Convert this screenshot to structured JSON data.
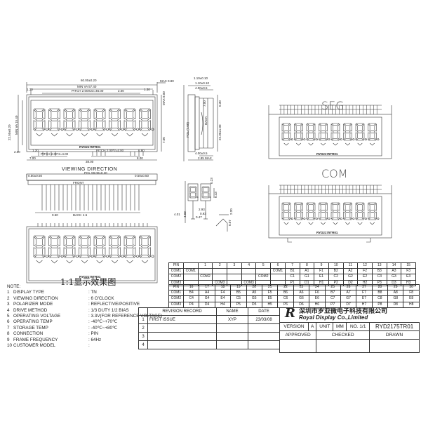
{
  "dims": {
    "d_60": "60.00±0.20",
    "d_57": "MIN VA 57.40",
    "d_pitch_top": "PITCH 2.00X23=46.00",
    "d_2_top": "2.00",
    "d_130": "1.30",
    "d_130b": "1.30",
    "d_max080": "MAX 0.80",
    "d_2250": "22.50±0.20",
    "d_min_va": "MIN VA 15.40",
    "d_800": "8.00",
    "d_3800": "MAX 8.00",
    "d_700": "7.00",
    "d_120": "1.20",
    "d_pitch_b1": "PITCH 2.00*2=4.00",
    "d_pitch_b2": "PITCH 2.00*2=4.00",
    "d_680": "6.80",
    "d_2b": "2.00",
    "d_700b": "7.00",
    "d_3800b": "38.00",
    "d_pol": "POL 59.00±0.20",
    "d_050l": "0.50±0.50",
    "d_050r": "0.50±0.50",
    "d_front": "FRONT",
    "d_back": "BACK",
    "d_050": "0.50",
    "d_45": "4.5",
    "s_110": "1.10±0.10",
    "s_110b": "1.10±0.10",
    "s_400": "4.00±0.5",
    "s_700": "7.00",
    "s_2200": "22.30±1.00",
    "s_030": "0.30",
    "s_400b": "4.00±0.5",
    "s_285": "2.85 MAX",
    "s_pol": "POL (7.00)",
    "s_back": "BACK",
    "p_403": "4.03",
    "p_293": "2.93",
    "p_093": "0.93",
    "p_047": "0.47",
    "p_401": "4.01",
    "p_220": "2.20",
    "p_007": "0.07",
    "p_023": "0.23",
    "p_043": "0.43"
  },
  "headings": {
    "viewing_direction": "VIEWING DIRECTION",
    "effect": "1:1显示效果图",
    "seg": "SEG",
    "com": "COM",
    "part_label": "RYD2175TR01",
    "part_label_b": "RYD2175TR01",
    "part_label_seg": "RYD2175TR01",
    "part_label_com": "RYD2175TR01"
  },
  "pin_table_1": {
    "header": [
      "PIN",
      "1",
      "2",
      "3",
      "4",
      "5",
      "6",
      "7",
      "8",
      "9",
      "10",
      "11",
      "12",
      "13",
      "14",
      "15"
    ],
    "rows": [
      [
        "COM1",
        "COM1",
        "",
        "",
        "",
        "",
        "",
        "COM1",
        "B1",
        "A1",
        "F1",
        "B2",
        "A2",
        "F2",
        "B3",
        "A3",
        "F3"
      ],
      [
        "COM2",
        "",
        "COM2",
        "",
        "",
        "",
        "COM2",
        "",
        "C1",
        "G1",
        "E1",
        "C2",
        "G2",
        "E2",
        "C3",
        "G3",
        "E3"
      ],
      [
        "COM3",
        "",
        "",
        "COM3",
        "",
        "COM3",
        "",
        "",
        "P1",
        "D1",
        "H1",
        "P2",
        "D2",
        "H2",
        "P3",
        "D3",
        "H3"
      ]
    ]
  },
  "pin_table_2": {
    "header": [
      "PIN",
      "16",
      "17",
      "18",
      "19",
      "20",
      "21",
      "22",
      "23",
      "24",
      "25",
      "26",
      "27",
      "28",
      "29",
      "30"
    ],
    "rows": [
      [
        "COM1",
        "B4",
        "A4",
        "F4",
        "B5",
        "A5",
        "F5",
        "B6",
        "A6",
        "F6",
        "B7",
        "A7",
        "F7",
        "B8",
        "A8",
        "F8"
      ],
      [
        "COM2",
        "C4",
        "G4",
        "E4",
        "C5",
        "G5",
        "E5",
        "C6",
        "G6",
        "E6",
        "C7",
        "G7",
        "E7",
        "C8",
        "G8",
        "E8"
      ],
      [
        "COM3",
        "P4",
        "D4",
        "H4",
        "P5",
        "D5",
        "H5",
        "P6",
        "D6",
        "H6",
        "P7",
        "D7",
        "H7",
        "P8",
        "D8",
        "H8"
      ]
    ]
  },
  "notes": {
    "title": "NOTE:",
    "items": [
      {
        "num": "1",
        "label": "DISPLAY TYPE",
        "value": ": TN"
      },
      {
        "num": "2",
        "label": "VIEWING DIRECTION",
        "value": ": 6  O'CLOCK"
      },
      {
        "num": "3",
        "label": "POLARIZER MODE",
        "value": ": REFLECTIVE/POSITIVE"
      },
      {
        "num": "4",
        "label": "DRIVE METHOD",
        "value": ": 1/3  DUTY  1/2 BIAS"
      },
      {
        "num": "5",
        "label": "OPERATING VOLTAGE",
        "value": ": 3.3V(FOR REFERENCE VOLTAGE)"
      },
      {
        "num": "6",
        "label": "OPERATING TEMP",
        "value": ": -40℃~+70℃"
      },
      {
        "num": "7",
        "label": "STORAGE TEMP",
        "value": ": -40℃~+80℃"
      },
      {
        "num": "8",
        "label": "CONNECTION",
        "value": ": PIN"
      },
      {
        "num": "9",
        "label": "FRAME FREQUENCY",
        "value": ": 64Hz"
      },
      {
        "num": "10",
        "label": "CUSTOMER MODEL",
        "value": ":"
      }
    ]
  },
  "revision": {
    "headers": [
      "",
      "REVISION RECORD",
      "NAME",
      "DATE"
    ],
    "rows": [
      [
        "1",
        "FIRST ISSUE",
        "XYP",
        "23/03/08"
      ],
      [
        "2",
        "",
        "",
        ""
      ],
      [
        "3",
        "",
        "",
        ""
      ],
      [
        "4",
        "",
        "",
        ""
      ]
    ]
  },
  "company": {
    "logo": "R",
    "cn": "深圳市罗亚微电子科技有限公司",
    "en": "Royal Display Co.,Limited"
  },
  "info": {
    "version_label": "VERSION",
    "version": "A",
    "unit_label": "UNIT",
    "unit": "MM",
    "no_label": "NO.",
    "no": "1/1",
    "model": "RYD2175TR01",
    "approved": "APPROVED",
    "checked": "CHECKED",
    "drawn": "DRAWN"
  }
}
